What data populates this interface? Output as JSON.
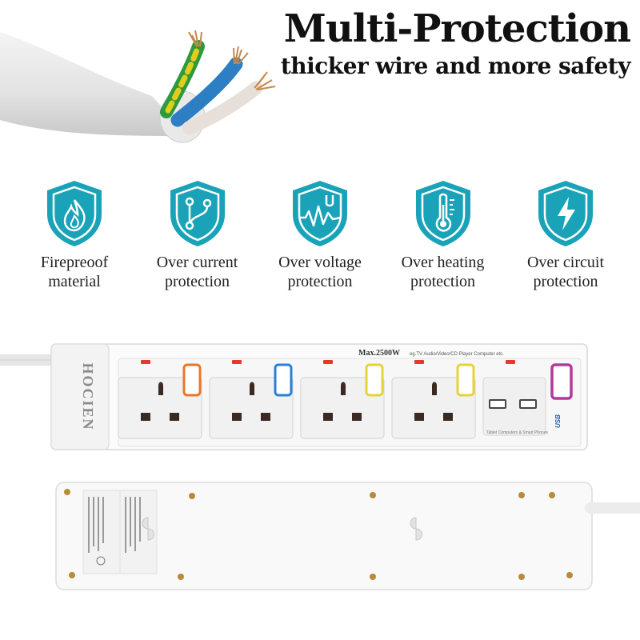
{
  "headline": {
    "title": "Multi-Protection",
    "subtitle": "thicker wire and more safety"
  },
  "features": [
    {
      "icon": "flame-icon",
      "line1": "Firepreoof",
      "line2": "material"
    },
    {
      "icon": "circuit-branch-icon",
      "line1": "Over current",
      "line2": "protection"
    },
    {
      "icon": "voltage-wave-icon",
      "line1": "Over voltage",
      "line2": "protection"
    },
    {
      "icon": "thermometer-icon",
      "line1": "Over heating",
      "line2": "protection"
    },
    {
      "icon": "lightning-bolt-icon",
      "line1": "Over circuit",
      "line2": "protection"
    }
  ],
  "power_strip": {
    "brand": "HOCIEN",
    "max_power": "Max.2500W",
    "usage_note": "eg.TV Audio/Video/CD Player Computer etc.",
    "usb_note": "Tablet Computers & Smart Phones",
    "usb_badge": "USB",
    "switch_colors": [
      "#e8772a",
      "#2a7fd8",
      "#e5d33a",
      "#e5d33a",
      "#b23a9a"
    ],
    "indicator_color": "#e33a2a",
    "accent": "#1aa3b8"
  }
}
